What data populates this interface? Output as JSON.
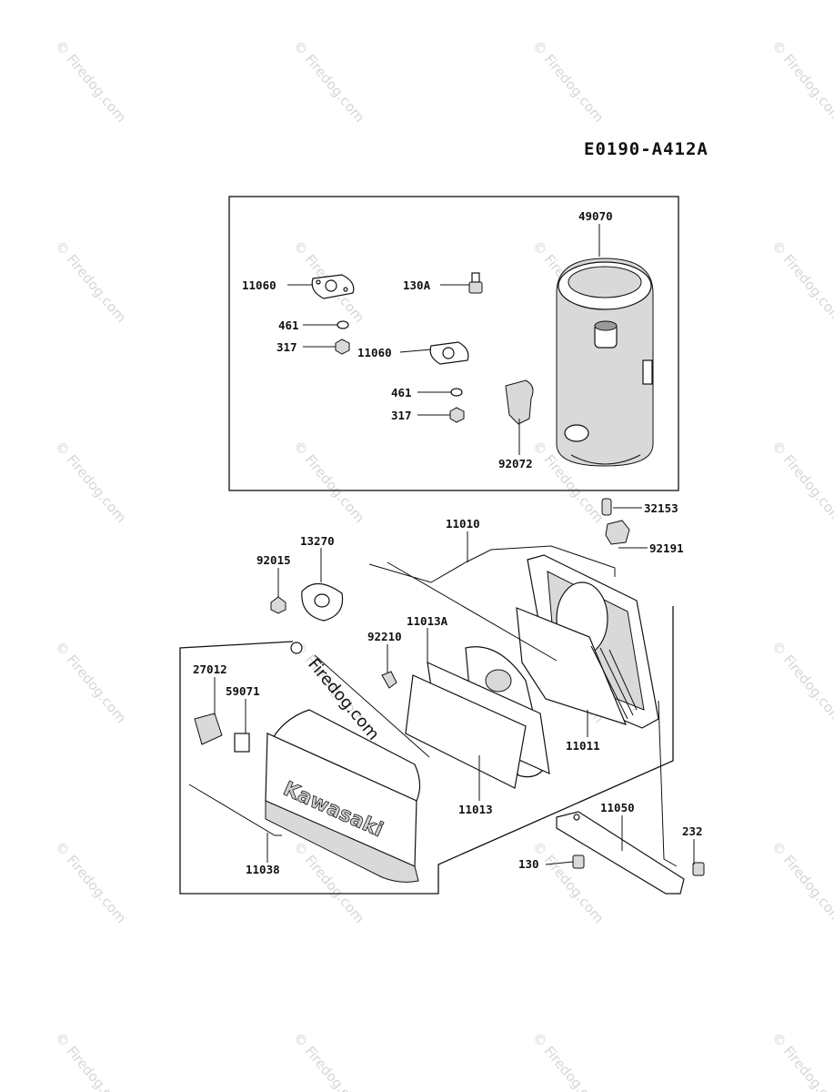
{
  "diagram_code": "E0190-A412A",
  "brand_watermark": "Firedog.com",
  "cover_emblem": "Kawasaki",
  "parts": [
    {
      "id": "p49070",
      "number": "49070"
    },
    {
      "id": "p11060a",
      "number": "11060"
    },
    {
      "id": "p130a",
      "number": "130A"
    },
    {
      "id": "p461a",
      "number": "461"
    },
    {
      "id": "p317a",
      "number": "317"
    },
    {
      "id": "p11060b",
      "number": "11060"
    },
    {
      "id": "p461b",
      "number": "461"
    },
    {
      "id": "p317b",
      "number": "317"
    },
    {
      "id": "p92072",
      "number": "92072"
    },
    {
      "id": "p32153",
      "number": "32153"
    },
    {
      "id": "p11010",
      "number": "11010"
    },
    {
      "id": "p13270",
      "number": "13270"
    },
    {
      "id": "p92191",
      "number": "92191"
    },
    {
      "id": "p92015",
      "number": "92015"
    },
    {
      "id": "p11013A",
      "number": "11013A"
    },
    {
      "id": "p92210",
      "number": "92210"
    },
    {
      "id": "p27012",
      "number": "27012"
    },
    {
      "id": "p59071",
      "number": "59071"
    },
    {
      "id": "p11011",
      "number": "11011"
    },
    {
      "id": "p11013",
      "number": "11013"
    },
    {
      "id": "p11050",
      "number": "11050"
    },
    {
      "id": "p232",
      "number": "232"
    },
    {
      "id": "p130",
      "number": "130"
    },
    {
      "id": "p11038",
      "number": "11038"
    }
  ]
}
